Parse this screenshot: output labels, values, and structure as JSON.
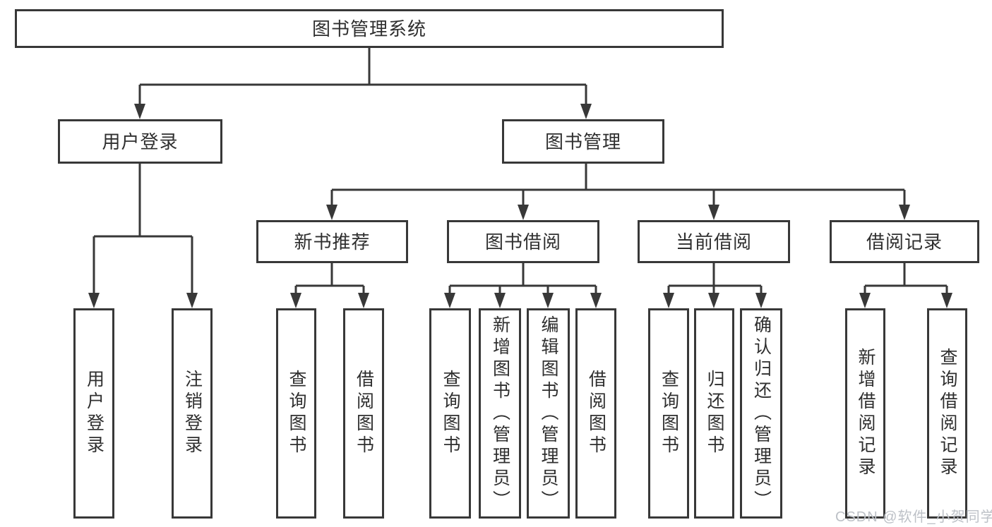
{
  "colors": {
    "line": "#383838",
    "text": "#2f2f2f",
    "box_fill": "#ffffff",
    "background": "#ffffff",
    "watermark": "#bdc1c7"
  },
  "watermark": {
    "text": "CSDN @软件_小贺同学"
  },
  "tree": {
    "root": {
      "label": "图书管理系统",
      "children": [
        {
          "label": "用户登录",
          "children": [
            {
              "label": "用户登录"
            },
            {
              "label": "注销登录"
            }
          ]
        },
        {
          "label": "图书管理",
          "children": [
            {
              "label": "新书推荐",
              "children": [
                {
                  "label": "查询图书"
                },
                {
                  "label": "借阅图书"
                }
              ]
            },
            {
              "label": "图书借阅",
              "children": [
                {
                  "label": "查询图书"
                },
                {
                  "label": "新增图书（管理员）"
                },
                {
                  "label": "编辑图书（管理员）"
                },
                {
                  "label": "借阅图书"
                }
              ]
            },
            {
              "label": "当前借阅",
              "children": [
                {
                  "label": "查询图书"
                },
                {
                  "label": "归还图书"
                },
                {
                  "label": "确认归还（管理员）"
                }
              ]
            },
            {
              "label": "借阅记录",
              "children": [
                {
                  "label": "新增借阅记录"
                },
                {
                  "label": "查询借阅记录"
                }
              ]
            }
          ]
        }
      ]
    }
  }
}
